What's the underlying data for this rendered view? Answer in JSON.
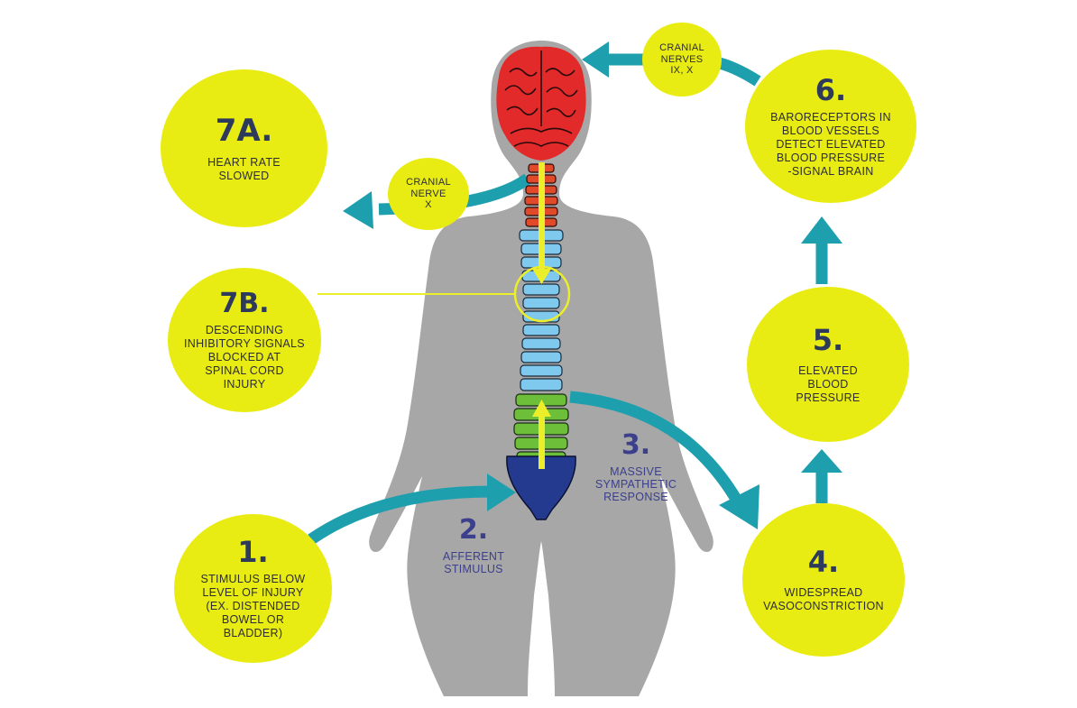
{
  "colors": {
    "bubble": "#e9ec12",
    "arrow": "#1e9fae",
    "body": "#a7a7a7",
    "brain": "#e22a2a",
    "cervical": "#e04a2a",
    "thoracic": "#7fc8ee",
    "lumbar": "#6dbf3a",
    "sacrum": "#243a8e",
    "signal": "#ecee2a",
    "number_text": "#2d3a5c",
    "label_text": "#3b3f8c"
  },
  "steps": {
    "s1": {
      "number": "1.",
      "text": "STIMULUS BELOW\nLEVEL OF INJURY\n(EX. DISTENDED\nBOWEL OR\nBLADDER)"
    },
    "s2": {
      "number": "2.",
      "text": "AFFERENT\nSTIMULUS"
    },
    "s3": {
      "number": "3.",
      "text": "MASSIVE\nSYMPATHETIC\nRESPONSE"
    },
    "s4": {
      "number": "4.",
      "text": "WIDESPREAD\nVASOCONSTRICTION"
    },
    "s5": {
      "number": "5.",
      "text": "ELEVATED\nBLOOD\nPRESSURE"
    },
    "s6": {
      "number": "6.",
      "text": "BARORECEPTORS IN\nBLOOD VESSELS\nDETECT ELEVATED\nBLOOD PRESSURE\n-SIGNAL BRAIN"
    },
    "s7a": {
      "number": "7A.",
      "text": "HEART RATE\nSLOWED"
    },
    "s7b": {
      "number": "7B.",
      "text": "DESCENDING\nINHIBITORY SIGNALS\nBLOCKED AT\nSPINAL CORD\nINJURY"
    }
  },
  "nerves": {
    "cranial_ix_x": "CRANIAL\nNERVES\nIX, X",
    "cranial_x": "CRANIAL\nNERVE\nX"
  }
}
